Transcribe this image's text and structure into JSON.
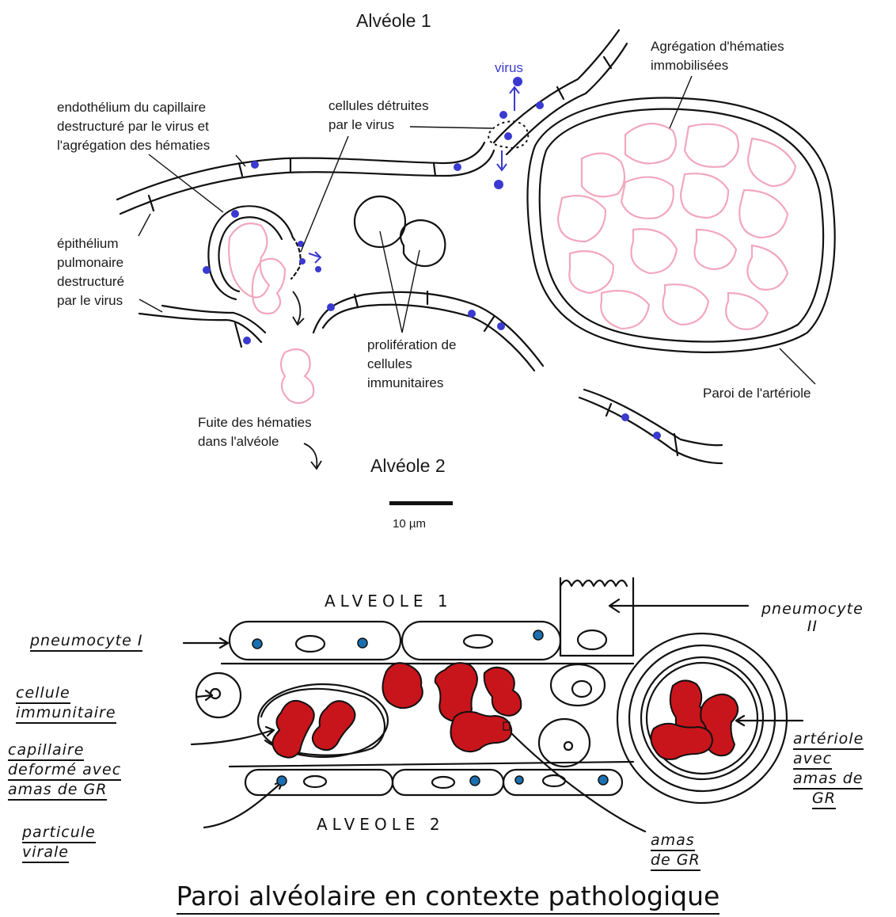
{
  "top_diagram": {
    "title_alveole1": "Alvéole 1",
    "title_alveole2": "Alvéole 2",
    "label_virus": "virus",
    "label_agregation": [
      "Agrégation d'hématies",
      "immobilisées"
    ],
    "label_endothelium": [
      "endothélium du capillaire",
      "destructuré par le virus et",
      "l'agrégation des hématies"
    ],
    "label_cellules_detruites": [
      "cellules détruites",
      "par le virus"
    ],
    "label_epithelium": [
      "épithélium",
      "pulmonaire",
      "destructuré",
      "par le virus"
    ],
    "label_proliferation": [
      "prolifération de",
      "cellules",
      "immunitaires"
    ],
    "label_paroi": "Paroi de l'artériole",
    "label_fuite": [
      "Fuite des hématies",
      "dans l'alvéole"
    ],
    "scale_label": "10 µm"
  },
  "bottom_diagram": {
    "alveole1": "ALVEOLE 1",
    "alveole2": "ALVEOLE 2",
    "pneumocyte1": "pneumocyte I",
    "pneumocyte2": [
      "pneumocyte",
      "II"
    ],
    "cellule_immunitaire": [
      "cellule",
      "immunitaire"
    ],
    "capillaire": [
      "capillaire",
      "deformé avec",
      "amas de GR"
    ],
    "particule_virale": [
      "particule",
      "virale"
    ],
    "arteriole": [
      "artériole",
      "avec",
      "amas de",
      "GR"
    ],
    "amas": [
      "amas",
      "de GR"
    ]
  },
  "caption": "Paroi alvéolaire en contexte pathologique",
  "colors": {
    "virus_blue": "#3a3ad0",
    "rbc_pink": "#f2a7bd",
    "rbc_red": "#c8151b",
    "ink": "#111111"
  }
}
